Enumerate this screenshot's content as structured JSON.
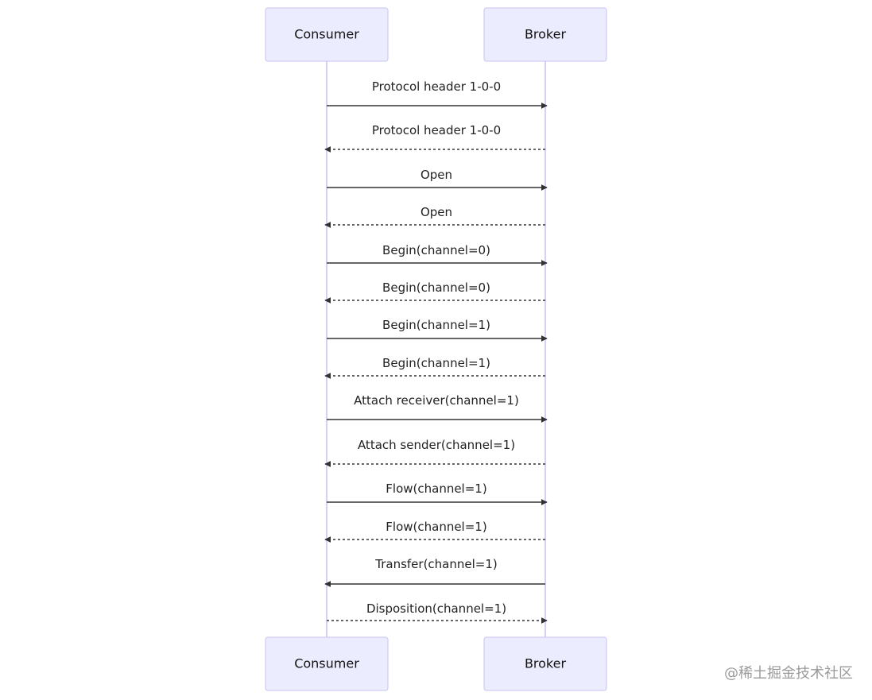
{
  "participants": [
    {
      "id": "consumer",
      "label": "Consumer"
    },
    {
      "id": "broker",
      "label": "Broker"
    }
  ],
  "messages": [
    {
      "label": "Protocol header 1-0-0",
      "from": "consumer",
      "to": "broker",
      "style": "solid"
    },
    {
      "label": "Protocol header 1-0-0",
      "from": "broker",
      "to": "consumer",
      "style": "dashed"
    },
    {
      "label": "Open",
      "from": "consumer",
      "to": "broker",
      "style": "solid"
    },
    {
      "label": "Open",
      "from": "broker",
      "to": "consumer",
      "style": "dashed"
    },
    {
      "label": "Begin(channel=0)",
      "from": "consumer",
      "to": "broker",
      "style": "solid"
    },
    {
      "label": "Begin(channel=0)",
      "from": "broker",
      "to": "consumer",
      "style": "dashed"
    },
    {
      "label": "Begin(channel=1)",
      "from": "consumer",
      "to": "broker",
      "style": "solid"
    },
    {
      "label": "Begin(channel=1)",
      "from": "broker",
      "to": "consumer",
      "style": "dashed"
    },
    {
      "label": "Attach receiver(channel=1)",
      "from": "consumer",
      "to": "broker",
      "style": "solid"
    },
    {
      "label": "Attach sender(channel=1)",
      "from": "broker",
      "to": "consumer",
      "style": "dashed"
    },
    {
      "label": "Flow(channel=1)",
      "from": "consumer",
      "to": "broker",
      "style": "solid"
    },
    {
      "label": "Flow(channel=1)",
      "from": "broker",
      "to": "consumer",
      "style": "dashed"
    },
    {
      "label": "Transfer(channel=1)",
      "from": "broker",
      "to": "consumer",
      "style": "solid"
    },
    {
      "label": "Disposition(channel=1)",
      "from": "consumer",
      "to": "broker",
      "style": "dashed"
    }
  ],
  "colors": {
    "actor_fill": "#ECECFF",
    "actor_stroke": "#C9C2F1",
    "lifeline": "#C9C2F1",
    "arrow": "#333333"
  },
  "watermark": "@稀土掘金技术社区"
}
